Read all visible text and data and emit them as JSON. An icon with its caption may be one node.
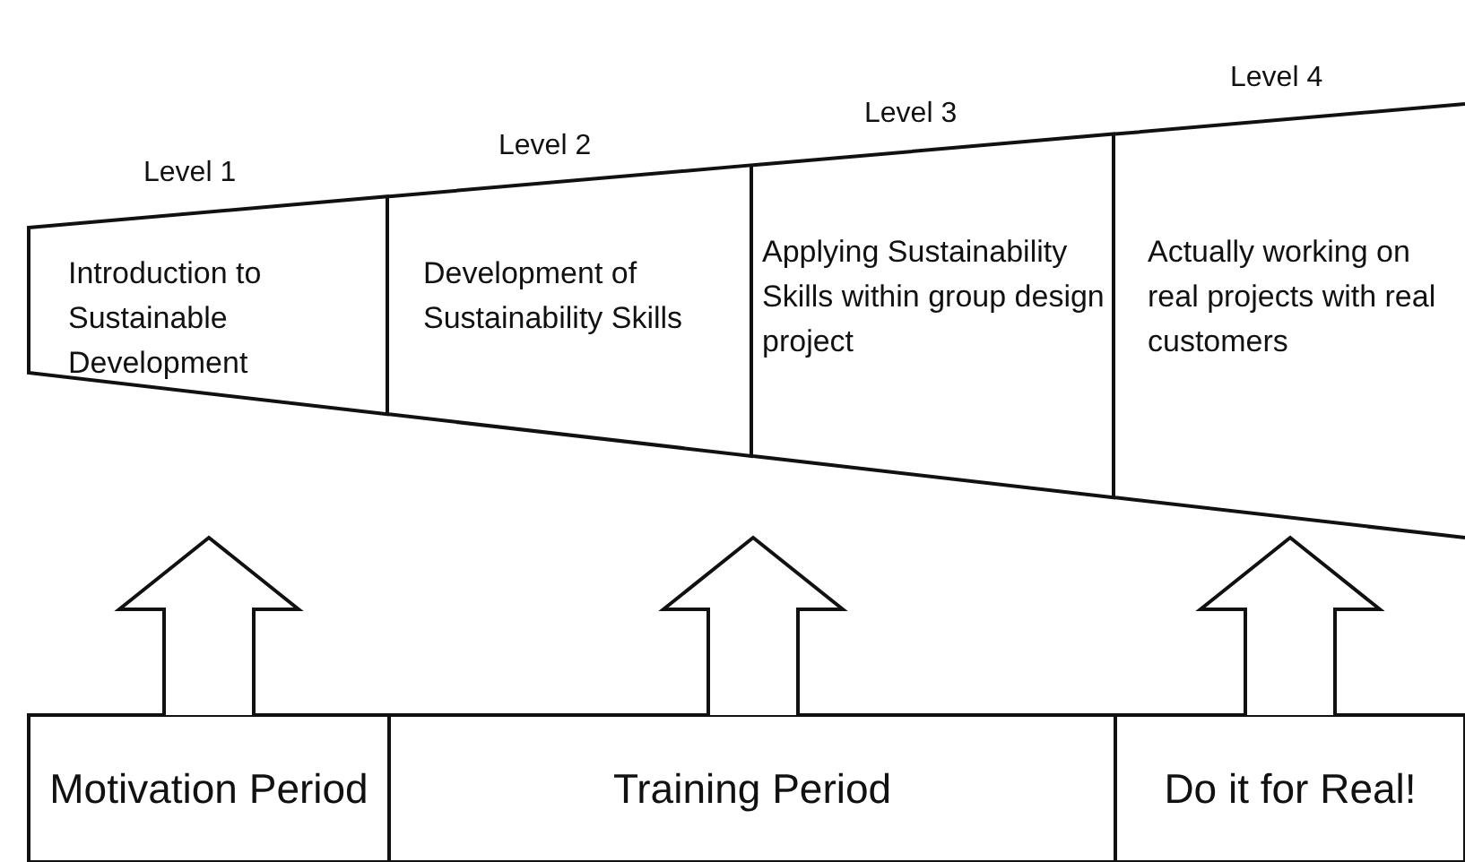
{
  "diagram": {
    "nodes": [
      {
        "text": [
          "Level 1",
          "Introduction to Sustainable Development"
        ]
      },
      {
        "text": [
          "Level 2",
          "Development of Sustainability Skills"
        ]
      },
      {
        "text": [
          "Level 3",
          "Applying Sustainability Skills within group design project"
        ]
      },
      {
        "text": [
          "Level 4",
          "Actually working on real projects with real customers"
        ]
      },
      {
        "text": [
          "Motivation Period"
        ]
      },
      {
        "text": [
          "Training Period"
        ]
      },
      {
        "text": [
          "Do it for Real!"
        ]
      }
    ],
    "edges": [
      {
        "from": 4,
        "to": 0,
        "arrow": "to"
      },
      {
        "from": 5,
        "to": 2,
        "arrow": "to"
      },
      {
        "from": 6,
        "to": 3,
        "arrow": "to"
      }
    ]
  }
}
